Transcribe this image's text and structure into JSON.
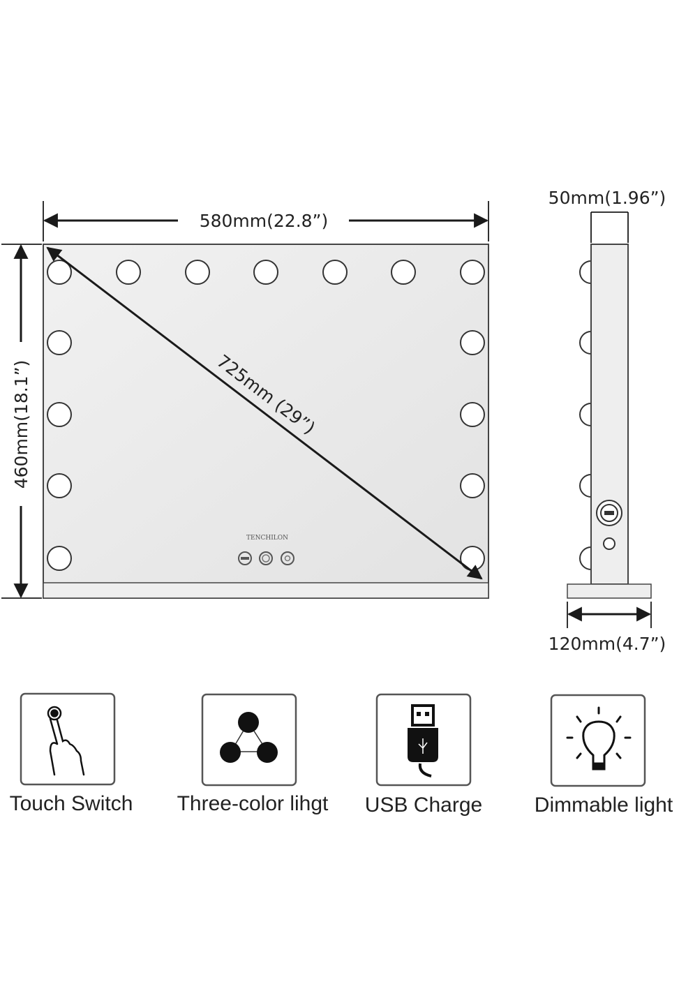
{
  "front_view": {
    "width_label": "580mm(22.8”)",
    "height_label": "460mm(18.1”)",
    "diagonal_label": "725mm  (29”)",
    "brand_logo": "TENCHILON"
  },
  "side_view": {
    "depth_label": "50mm(1.96”)",
    "base_label": "120mm(4.7”)"
  },
  "features": [
    {
      "icon": "touch-switch-icon",
      "label": "Touch Switch"
    },
    {
      "icon": "three-color-icon",
      "label": "Three-color lihgt"
    },
    {
      "icon": "usb-icon",
      "label": "USB Charge"
    },
    {
      "icon": "bulb-icon",
      "label": "Dimmable light"
    }
  ]
}
